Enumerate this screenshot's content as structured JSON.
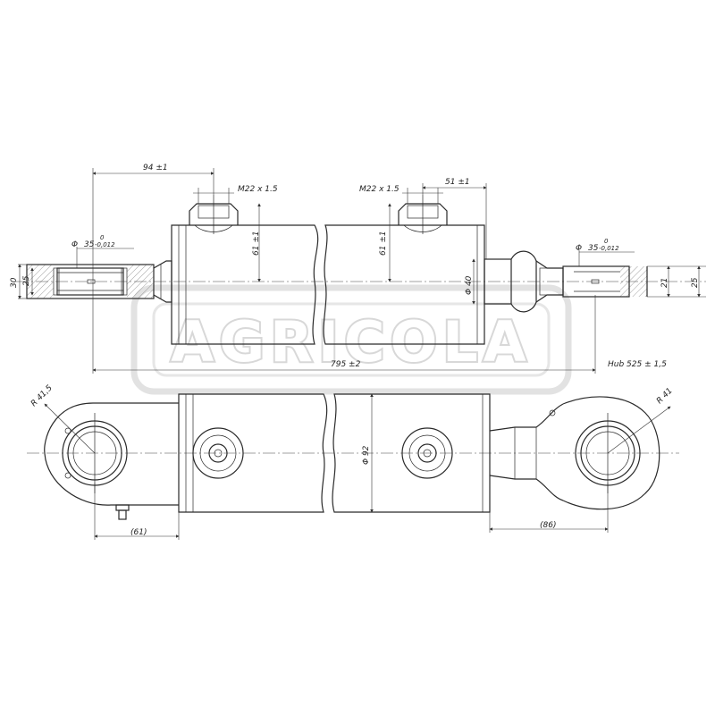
{
  "watermark": {
    "text": "AGRICOLA"
  },
  "dimensions": {
    "d94": "94 ±1",
    "thread_left": "M22 x 1.5",
    "thread_right": "M22 x 1.5",
    "d51": "51 ±1",
    "d61_left": "61 ±1",
    "d61_right": "61 ±1",
    "phi_symbol_left": "Φ",
    "fit_left": "35",
    "fit_left_upper": "0",
    "fit_left_lower": "-0,012",
    "phi_symbol_right": "Φ",
    "fit_right": "35",
    "fit_right_upper": "0",
    "fit_right_lower": "-0,012",
    "d30": "30",
    "d25_left": "25",
    "rod_diameter": "Φ 40",
    "d21": "21",
    "d25_right": "25",
    "length": "795 ±2",
    "stroke": "Hub 525 ± 1,5",
    "radius_left": "R 41,5",
    "radius_right": "R 41",
    "tube_diameter": "Φ 92",
    "d61_bottom": "(61)",
    "d86_bottom": "(86)"
  },
  "colors": {
    "line": "#2a2a2a",
    "watermark": "#d8d8d8",
    "background": "#ffffff"
  }
}
